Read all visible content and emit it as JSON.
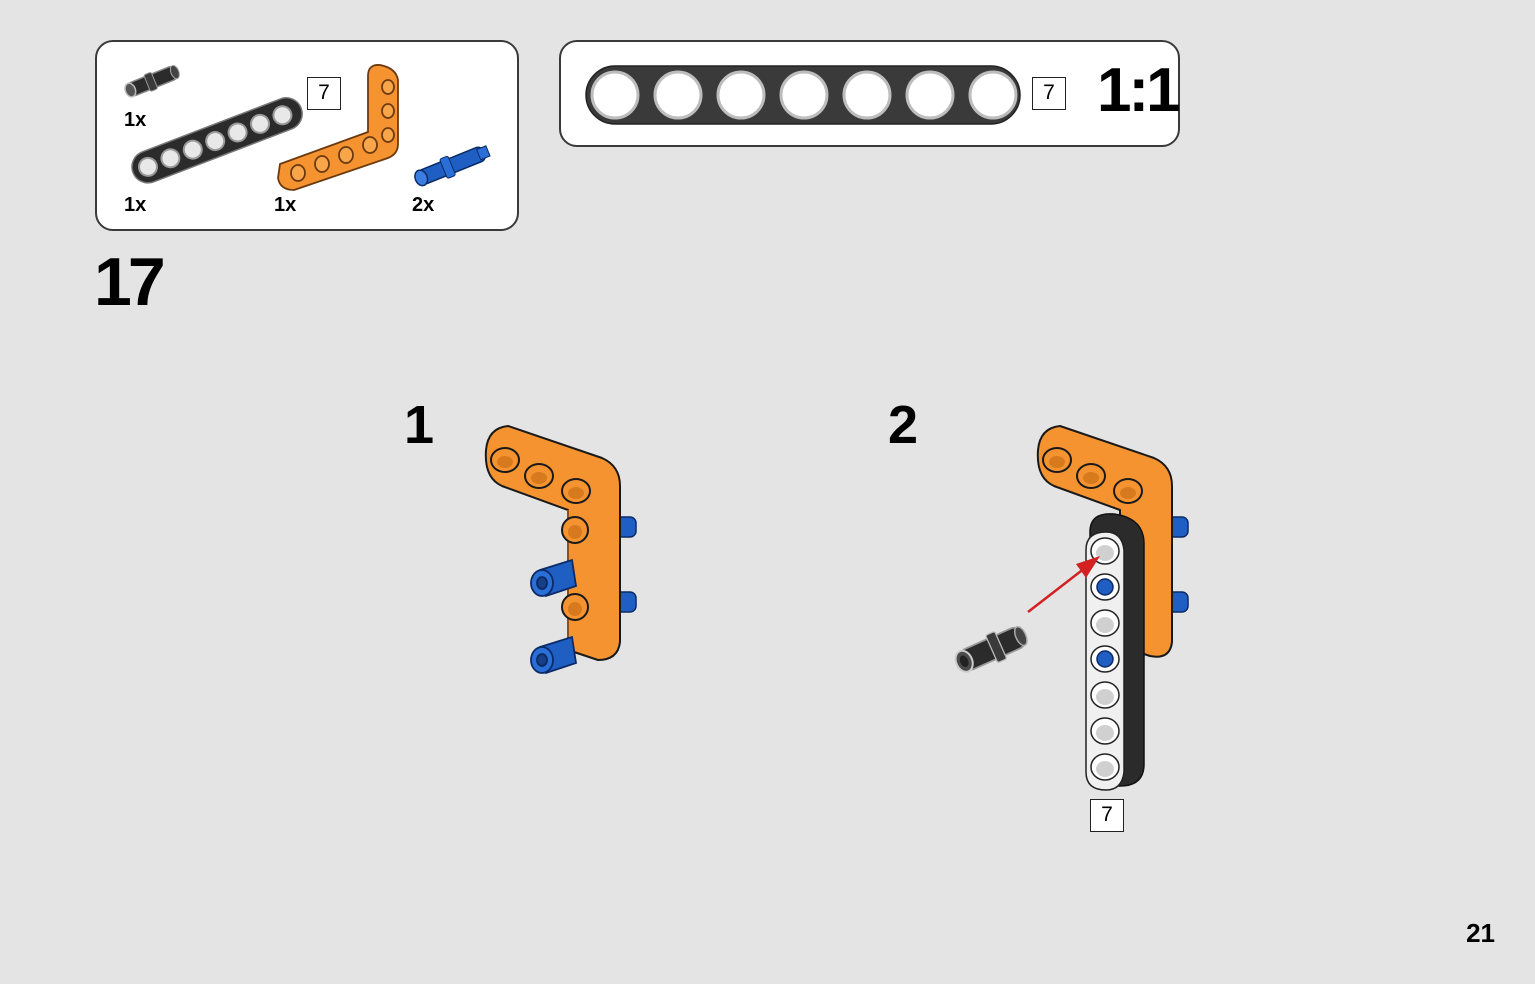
{
  "parts_list": {
    "items": [
      {
        "part": "pin-with-friction",
        "color": "#2b2b2b",
        "quantity": "1x"
      },
      {
        "part": "beam-7",
        "color": "#2b2b2b",
        "quantity": "1x",
        "length_label": "7"
      },
      {
        "part": "angle-beam-3x5",
        "color": "#f59331",
        "quantity": "1x"
      },
      {
        "part": "axle-pin",
        "color": "#1f5fc4",
        "quantity": "2x"
      }
    ]
  },
  "scale_guide": {
    "length_label": "7",
    "holes": 7,
    "scale_text": "1:1"
  },
  "step": {
    "number": "17",
    "substeps": [
      {
        "label": "1"
      },
      {
        "label": "2",
        "length_label": "7"
      }
    ]
  },
  "page_number": "21",
  "colors": {
    "background": "#e4e4e4",
    "orange": "#f59331",
    "black_beam": "#2b2b2b",
    "blue_pin": "#1f5fc4",
    "arrow": "#d32020"
  }
}
